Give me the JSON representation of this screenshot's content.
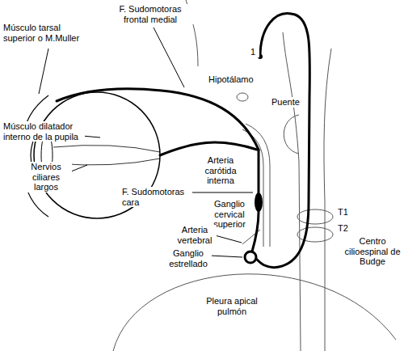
{
  "diagram": {
    "labels": [
      "Músculo tarsal superior o M.Muller",
      "F. Sudomotoras frontal medial",
      "1",
      "Hipotálamo",
      "Puente",
      "Músculo dilatador interno de la pupila",
      "Nervios ciliares largos",
      "Arteria carótida interna",
      "F. Sudomotoras cara",
      "Ganglio cervical superior",
      "Arteria vertebral",
      "Ganglio estrellado",
      "T1",
      "T2",
      "Centro cilioespinal de Budge",
      "Pleura apical pulmón"
    ]
  }
}
